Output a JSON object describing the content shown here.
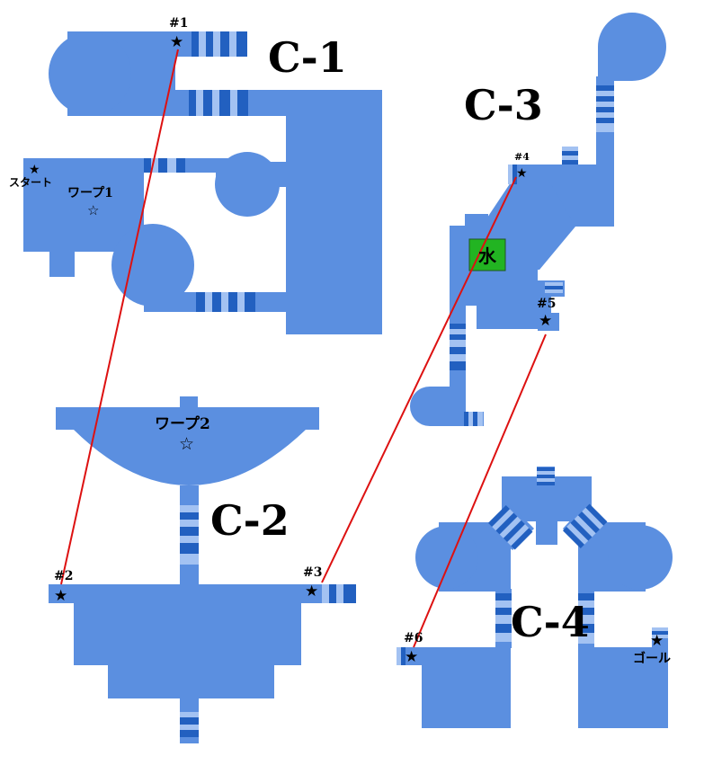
{
  "areas": {
    "c1": "C-1",
    "c2": "C-2",
    "c3": "C-3",
    "c4": "C-4"
  },
  "markers": {
    "m1": "#1",
    "m2": "#2",
    "m3": "#3",
    "m4": "#4",
    "m5": "#5",
    "m6": "#6"
  },
  "labels": {
    "start": "スタート",
    "warp1": "ワープ1",
    "warp2": "ワープ2",
    "goal": "ゴール",
    "water": "水"
  },
  "icons": {
    "filled_star": "★",
    "hollow_star": "☆"
  },
  "colors": {
    "floor": "#5b8fe0",
    "stair_dark": "#2260c0",
    "stair_light": "#a3c2f2",
    "route_line": "#dd1111",
    "water_tile": "#22b422"
  }
}
